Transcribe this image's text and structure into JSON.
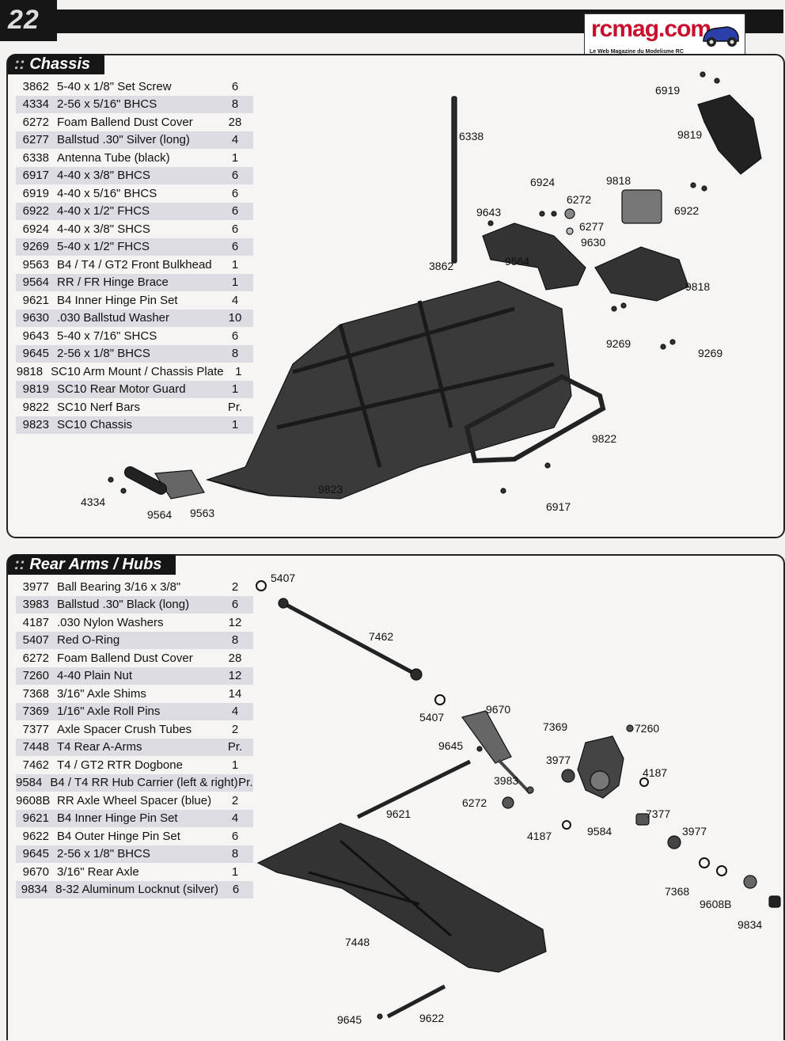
{
  "page_number": "22",
  "logo": {
    "brand": "rcmag.com",
    "tagline": "Le Web Magazine du Modelisme RC"
  },
  "sections": [
    {
      "title": "Chassis",
      "parts": [
        {
          "num": "3862",
          "desc": "5-40 x 1/8\" Set Screw",
          "qty": "6"
        },
        {
          "num": "4334",
          "desc": "2-56 x 5/16\" BHCS",
          "qty": "8"
        },
        {
          "num": "6272",
          "desc": "Foam Ballend Dust Cover",
          "qty": "28"
        },
        {
          "num": "6277",
          "desc": "Ballstud .30\" Silver (long)",
          "qty": "4"
        },
        {
          "num": "6338",
          "desc": "Antenna Tube (black)",
          "qty": "1"
        },
        {
          "num": "6917",
          "desc": "4-40 x 3/8\" BHCS",
          "qty": "6"
        },
        {
          "num": "6919",
          "desc": "4-40 x 5/16\" BHCS",
          "qty": "6"
        },
        {
          "num": "6922",
          "desc": "4-40 x 1/2\" FHCS",
          "qty": "6"
        },
        {
          "num": "6924",
          "desc": "4-40 x 3/8\" SHCS",
          "qty": "6"
        },
        {
          "num": "9269",
          "desc": "5-40 x 1/2\" FHCS",
          "qty": "6"
        },
        {
          "num": "9563",
          "desc": "B4 / T4 / GT2 Front Bulkhead",
          "qty": "1"
        },
        {
          "num": "9564",
          "desc": "RR / FR Hinge Brace",
          "qty": "1"
        },
        {
          "num": "9621",
          "desc": "B4 Inner Hinge Pin Set",
          "qty": "4"
        },
        {
          "num": "9630",
          "desc": ".030 Ballstud Washer",
          "qty": "10"
        },
        {
          "num": "9643",
          "desc": "5-40 x 7/16\" SHCS",
          "qty": "6"
        },
        {
          "num": "9645",
          "desc": " 2-56 x 1/8\" BHCS",
          "qty": "8"
        },
        {
          "num": "9818",
          "desc": "SC10 Arm Mount / Chassis Plate",
          "qty": "1"
        },
        {
          "num": "9819",
          "desc": "SC10 Rear Motor Guard",
          "qty": "1"
        },
        {
          "num": "9822",
          "desc": "SC10 Nerf Bars",
          "qty": "Pr."
        },
        {
          "num": "9823",
          "desc": "SC10 Chassis",
          "qty": "1"
        }
      ],
      "callouts": [
        "6919",
        "9819",
        "6338",
        "6924",
        "9818",
        "6272",
        "9643",
        "6277",
        "9630",
        "6922",
        "3862",
        "9564",
        "9818",
        "9269",
        "9269",
        "9822",
        "4334",
        "9823",
        "6917",
        "9564",
        "9563"
      ]
    },
    {
      "title": "Rear Arms / Hubs",
      "parts": [
        {
          "num": "3977",
          "desc": "Ball Bearing 3/16 x 3/8\"",
          "qty": "2"
        },
        {
          "num": "3983",
          "desc": "Ballstud .30\" Black (long)",
          "qty": "6"
        },
        {
          "num": "4187",
          "desc": ".030 Nylon Washers",
          "qty": "12"
        },
        {
          "num": "5407",
          "desc": "Red O-Ring",
          "qty": "8"
        },
        {
          "num": "6272",
          "desc": "Foam Ballend Dust Cover",
          "qty": "28"
        },
        {
          "num": "7260",
          "desc": "4-40 Plain Nut",
          "qty": "12"
        },
        {
          "num": "7368",
          "desc": "3/16\" Axle Shims",
          "qty": "14"
        },
        {
          "num": "7369",
          "desc": "1/16\" Axle Roll Pins",
          "qty": "4"
        },
        {
          "num": "7377",
          "desc": "Axle Spacer Crush Tubes",
          "qty": "2"
        },
        {
          "num": "7448",
          "desc": "T4 Rear A-Arms",
          "qty": "Pr."
        },
        {
          "num": "7462",
          "desc": "T4 / GT2 RTR Dogbone",
          "qty": "1"
        },
        {
          "num": "9584",
          "desc": "B4 / T4 RR Hub Carrier (left & right)",
          "qty": "Pr."
        },
        {
          "num": "9608B",
          "desc": "RR Axle Wheel Spacer (blue)",
          "qty": "2"
        },
        {
          "num": "9621",
          "desc": "B4 Inner Hinge Pin Set",
          "qty": "4"
        },
        {
          "num": "9622",
          "desc": "B4 Outer Hinge Pin Set",
          "qty": "6"
        },
        {
          "num": "9645",
          "desc": "2-56 x 1/8\" BHCS",
          "qty": "8"
        },
        {
          "num": "9670",
          "desc": "3/16\" Rear Axle",
          "qty": "1"
        },
        {
          "num": "9834",
          "desc": "8-32 Aluminum Locknut (silver)",
          "qty": "6"
        }
      ],
      "callouts": [
        "5407",
        "7462",
        "9670",
        "5407",
        "7369",
        "7260",
        "9645",
        "3977",
        "3983",
        "4187",
        "6272",
        "9621",
        "7377",
        "3977",
        "4187",
        "9584",
        "7368",
        "9608B",
        "9834",
        "7448",
        "9645",
        "9622"
      ]
    }
  ]
}
